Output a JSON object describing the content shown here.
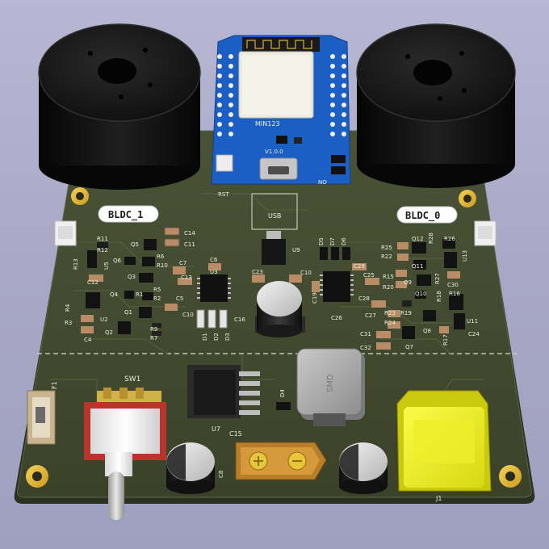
{
  "board": {
    "labels": {
      "bldc_left": "BLDC_1",
      "bldc_right": "BLDC_0",
      "usb": "USB",
      "rst": "RST",
      "sw1": "SW1",
      "f1": "F1",
      "u7": "U7",
      "j1": "J1",
      "min_label": "MIN123",
      "module_version": "V1.0.0",
      "smd_inductor": "SMD",
      "no_label": "NO",
      "c15": "C15"
    },
    "components": [
      {
        "id": "R11",
        "name": "r11"
      },
      {
        "id": "C14",
        "name": "c14"
      },
      {
        "id": "C11",
        "name": "c11"
      },
      {
        "id": "R12",
        "name": "r12"
      },
      {
        "id": "R13",
        "name": "r13"
      },
      {
        "id": "U5",
        "name": "u5"
      },
      {
        "id": "Q6",
        "name": "q6"
      },
      {
        "id": "Q5",
        "name": "q5"
      },
      {
        "id": "R6",
        "name": "r6"
      },
      {
        "id": "R10",
        "name": "r10"
      },
      {
        "id": "C7",
        "name": "c7"
      },
      {
        "id": "C6",
        "name": "c6"
      },
      {
        "id": "C12",
        "name": "c12"
      },
      {
        "id": "Q3",
        "name": "q3"
      },
      {
        "id": "C13",
        "name": "c13"
      },
      {
        "id": "U3",
        "name": "u3"
      },
      {
        "id": "R5",
        "name": "r5"
      },
      {
        "id": "Q4",
        "name": "q4"
      },
      {
        "id": "R1",
        "name": "r1"
      },
      {
        "id": "R4",
        "name": "r4"
      },
      {
        "id": "R2",
        "name": "r2"
      },
      {
        "id": "C5",
        "name": "c5"
      },
      {
        "id": "Q1",
        "name": "q1"
      },
      {
        "id": "C10",
        "name": "c10"
      },
      {
        "id": "R3",
        "name": "r3"
      },
      {
        "id": "U2",
        "name": "u2"
      },
      {
        "id": "R9",
        "name": "r9"
      },
      {
        "id": "Q2",
        "name": "q2"
      },
      {
        "id": "R7",
        "name": "r7"
      },
      {
        "id": "C4",
        "name": "c4"
      },
      {
        "id": "D1",
        "name": "d1"
      },
      {
        "id": "D2",
        "name": "d2"
      },
      {
        "id": "D3",
        "name": "d3"
      },
      {
        "id": "C16",
        "name": "c16"
      },
      {
        "id": "U9",
        "name": "u9"
      },
      {
        "id": "C23",
        "name": "c23"
      },
      {
        "id": "C10",
        "name": "c10b"
      },
      {
        "id": "C19",
        "name": "c19"
      },
      {
        "id": "D5",
        "name": "d5"
      },
      {
        "id": "D7",
        "name": "d7"
      },
      {
        "id": "D6",
        "name": "d6"
      },
      {
        "id": "C29",
        "name": "c29"
      },
      {
        "id": "C25",
        "name": "c25"
      },
      {
        "id": "C26",
        "name": "c26"
      },
      {
        "id": "C28",
        "name": "c28"
      },
      {
        "id": "R25",
        "name": "r25"
      },
      {
        "id": "R22",
        "name": "r22"
      },
      {
        "id": "Q12",
        "name": "q12"
      },
      {
        "id": "R28",
        "name": "r28"
      },
      {
        "id": "R26",
        "name": "r26"
      },
      {
        "id": "Q11",
        "name": "q11"
      },
      {
        "id": "U13",
        "name": "u13"
      },
      {
        "id": "R15",
        "name": "r15"
      },
      {
        "id": "R20",
        "name": "r20"
      },
      {
        "id": "Q9",
        "name": "q9"
      },
      {
        "id": "R27",
        "name": "r27"
      },
      {
        "id": "C30",
        "name": "c30"
      },
      {
        "id": "Q10",
        "name": "q10"
      },
      {
        "id": "R18",
        "name": "r18"
      },
      {
        "id": "R16",
        "name": "r16"
      },
      {
        "id": "C27",
        "name": "c27"
      },
      {
        "id": "R23",
        "name": "r23"
      },
      {
        "id": "R24",
        "name": "r24"
      },
      {
        "id": "R19",
        "name": "r19"
      },
      {
        "id": "U11",
        "name": "u11"
      },
      {
        "id": "C31",
        "name": "c31"
      },
      {
        "id": "Q8",
        "name": "q8"
      },
      {
        "id": "R17",
        "name": "r17"
      },
      {
        "id": "C24",
        "name": "c24"
      },
      {
        "id": "C32",
        "name": "c32"
      },
      {
        "id": "Q7",
        "name": "q7"
      },
      {
        "id": "C8",
        "name": "c8"
      },
      {
        "id": "D4",
        "name": "d4"
      }
    ]
  }
}
